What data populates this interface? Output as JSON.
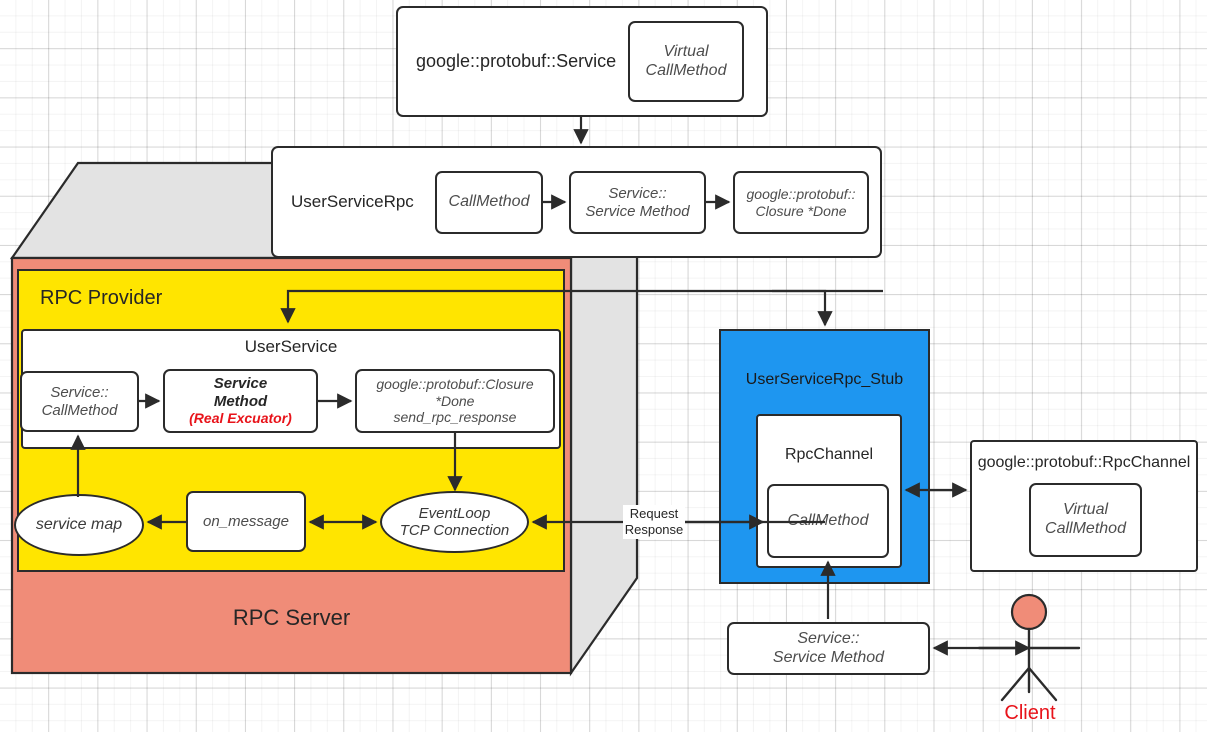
{
  "diagram": {
    "title": "RPC framework call flow",
    "colors": {
      "server_front": "#F08C78",
      "server_top": "#E3E3E3",
      "provider": "#FFE500",
      "stub": "#1E96F0",
      "accent_red": "#E8131A",
      "outline": "#2B2B2B"
    },
    "containers": {
      "rpc_server": "RPC Server",
      "rpc_provider": "RPC Provider",
      "user_service": "UserService",
      "stub": "UserServiceRpc_Stub",
      "rpc_channel": "RpcChannel"
    },
    "top_boxes": {
      "protobuf_service": "google::protobuf::Service",
      "protobuf_service_virtual": "Virtual\nCallMethod",
      "protobuf_service_virtual_l1": "Virtual",
      "protobuf_service_virtual_l2": "CallMethod",
      "user_service_rpc": "UserServiceRpc",
      "usr_callmethod": "CallMethod",
      "usr_service_method_l1": "Service::",
      "usr_service_method_l2": "Service Method",
      "usr_closure_l1": "google::protobuf::",
      "usr_closure_l2": "Closure *Done"
    },
    "provider_boxes": {
      "service_callmethod_l1": "Service::",
      "service_callmethod_l2": "CallMethod",
      "service_method_l1": "Service",
      "service_method_l2": "Method",
      "service_method_note": "(Real Excuator)",
      "closure_l1": "google::protobuf::Closure",
      "closure_l2": "*Done",
      "closure_l3": "send_rpc_response",
      "service_map": "service map",
      "on_message": "on_message",
      "eventloop_l1": "EventLoop",
      "eventloop_l2": "TCP Connection"
    },
    "client_side": {
      "stub_callmethod": "CallMethod",
      "protobuf_rpcchannel": "google::protobuf::RpcChannel",
      "protobuf_rpcchannel_virtual_l1": "Virtual",
      "protobuf_rpcchannel_virtual_l2": "CallMethod",
      "service_method_l1": "Service::",
      "service_method_l2": "Service Method",
      "client": "Client"
    },
    "edge_labels": {
      "request": "Request",
      "response": "Response"
    }
  }
}
